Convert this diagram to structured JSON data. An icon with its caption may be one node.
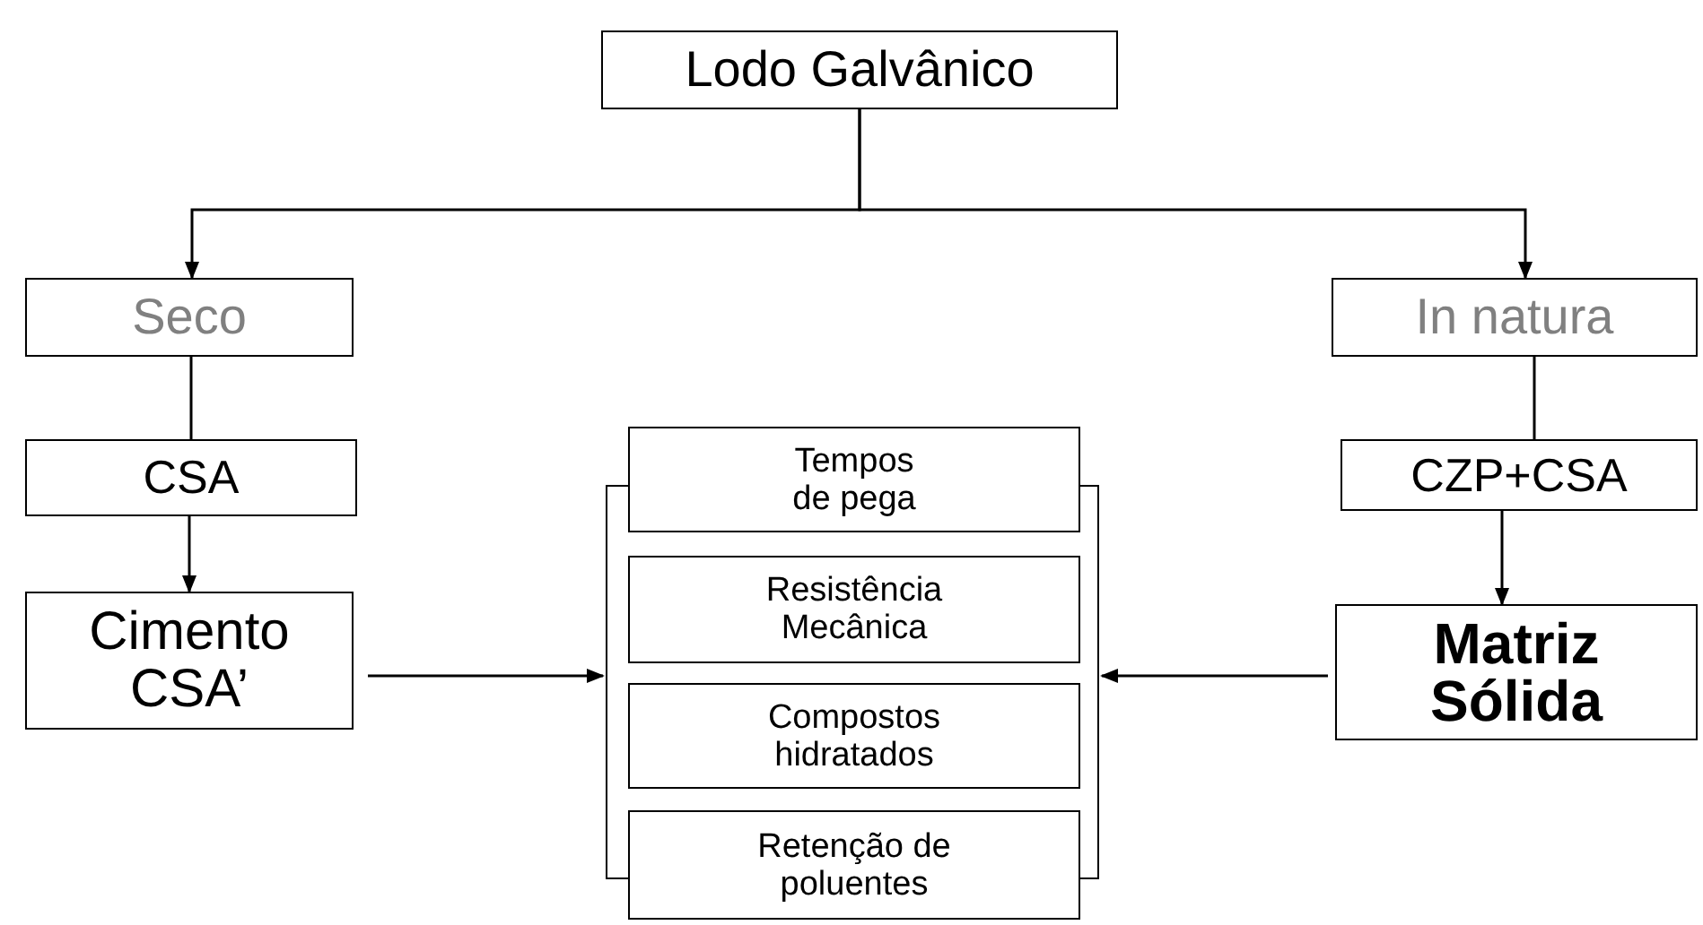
{
  "diagram": {
    "nodes": [
      {
        "text": [
          "Lodo Galvânico"
        ]
      },
      {
        "text": [
          "Seco"
        ]
      },
      {
        "text": [
          "In natura"
        ]
      },
      {
        "text": [
          "CSA"
        ]
      },
      {
        "text": [
          "Cimento CSA’"
        ]
      },
      {
        "text": [
          "CZP+CSA"
        ]
      },
      {
        "text": [
          "Matriz Sólida"
        ]
      },
      {
        "text": [],
        "shape": "bracket"
      },
      {
        "text": [
          "Tempos de pega"
        ]
      },
      {
        "text": [
          "Resistência Mecânica"
        ],
        "in": 7
      },
      {
        "text": [
          "Compostos hidratados"
        ],
        "in": 7
      },
      {
        "text": [
          "Retenção de poluentes"
        ]
      }
    ],
    "edges": [
      {
        "from": 0,
        "to": 1,
        "arrow": "to"
      },
      {
        "from": 0,
        "to": 2,
        "arrow": "to"
      },
      {
        "from": 1,
        "to": 3,
        "arrow": "none"
      },
      {
        "from": 3,
        "to": 4,
        "arrow": "to"
      },
      {
        "from": 2,
        "to": 5,
        "arrow": "none"
      },
      {
        "from": 5,
        "to": 6,
        "arrow": "to"
      },
      {
        "from": 4,
        "to": 7,
        "arrow": "to"
      },
      {
        "from": 6,
        "to": 7,
        "arrow": "to"
      }
    ]
  }
}
